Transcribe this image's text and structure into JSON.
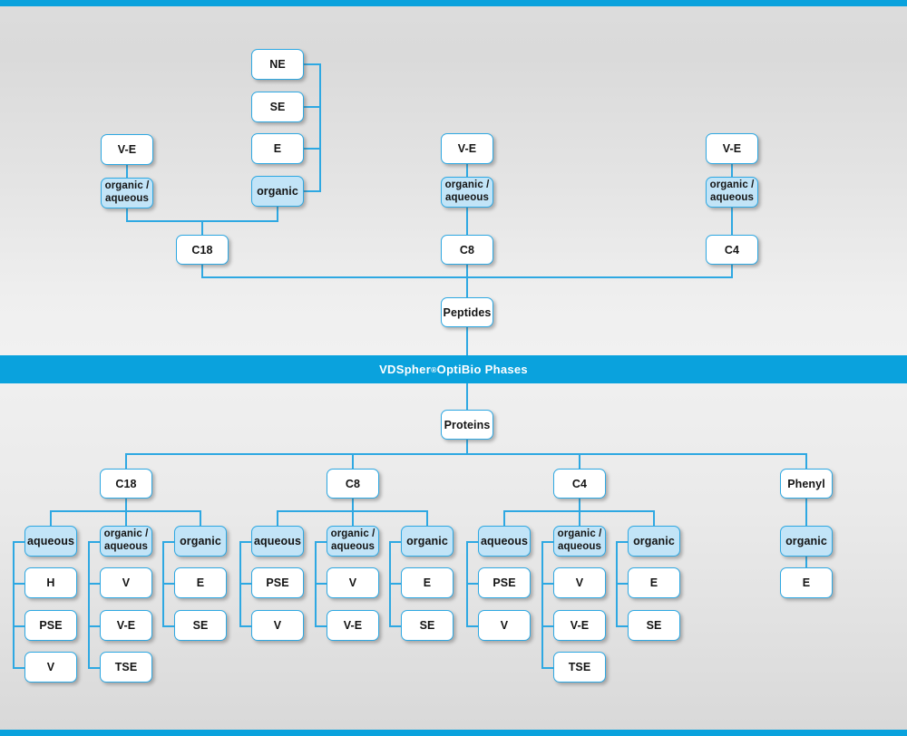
{
  "banner": {
    "brand": "VDSpher",
    "registered": "®",
    "rest": " OptiBio Phases",
    "color": "#0aa2dd"
  },
  "theme": {
    "accent": "#0aa2dd",
    "line": "#2ea8e2",
    "node_fill": "#ffffff",
    "node_fill_highlight": "#c2e4f7",
    "text": "#141414",
    "background": "#e4e4e4"
  },
  "peptides": {
    "root_label": "Peptides",
    "columns": [
      {
        "phase_label": "C18",
        "modes": [
          {
            "label": "organic /\naqueous",
            "children": [
              {
                "label": "V-E"
              }
            ]
          },
          {
            "label": "organic",
            "children": [
              {
                "label": "NE"
              },
              {
                "label": "SE"
              },
              {
                "label": "E"
              }
            ]
          }
        ]
      },
      {
        "phase_label": "C8",
        "modes": [
          {
            "label": "organic /\naqueous",
            "children": [
              {
                "label": "V-E"
              }
            ]
          }
        ]
      },
      {
        "phase_label": "C4",
        "modes": [
          {
            "label": "organic /\naqueous",
            "children": [
              {
                "label": "V-E"
              }
            ]
          }
        ]
      }
    ]
  },
  "proteins": {
    "root_label": "Proteins",
    "columns": [
      {
        "phase_label": "C18",
        "modes": [
          {
            "label": "aqueous",
            "children": [
              {
                "label": "H"
              },
              {
                "label": "PSE"
              },
              {
                "label": "V"
              }
            ]
          },
          {
            "label": "organic /\naqueous",
            "children": [
              {
                "label": "V"
              },
              {
                "label": "V-E"
              },
              {
                "label": "TSE"
              }
            ]
          },
          {
            "label": "organic",
            "children": [
              {
                "label": "E"
              },
              {
                "label": "SE"
              }
            ]
          }
        ]
      },
      {
        "phase_label": "C8",
        "modes": [
          {
            "label": "aqueous",
            "children": [
              {
                "label": "PSE"
              },
              {
                "label": "V"
              }
            ]
          },
          {
            "label": "organic /\naqueous",
            "children": [
              {
                "label": "V"
              },
              {
                "label": "V-E"
              }
            ]
          },
          {
            "label": "organic",
            "children": [
              {
                "label": "E"
              },
              {
                "label": "SE"
              }
            ]
          }
        ]
      },
      {
        "phase_label": "C4",
        "modes": [
          {
            "label": "aqueous",
            "children": [
              {
                "label": "PSE"
              },
              {
                "label": "V"
              }
            ]
          },
          {
            "label": "organic /\naqueous",
            "children": [
              {
                "label": "V"
              },
              {
                "label": "V-E"
              },
              {
                "label": "TSE"
              }
            ]
          },
          {
            "label": "organic",
            "children": [
              {
                "label": "E"
              },
              {
                "label": "SE"
              }
            ]
          }
        ]
      },
      {
        "phase_label": "Phenyl",
        "modes": [
          {
            "label": "organic",
            "children": [
              {
                "label": "E"
              }
            ]
          }
        ]
      }
    ]
  }
}
